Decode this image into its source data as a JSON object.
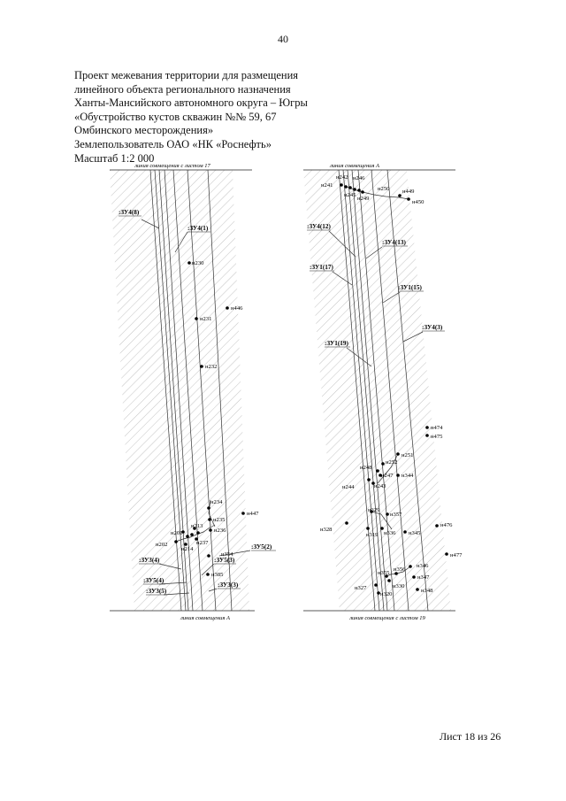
{
  "page_number": "40",
  "header_lines": [
    "Проект межевания территории для размещения",
    "линейного объекта регионального назначения",
    "Ханты-Мансийского автономного округа – Югры",
    "«Обустройство кустов скважин №№ 59, 67",
    "Омбинского месторождения»",
    "Землепользователь ОАО «НК «Роснефть»",
    "Масштаб 1:2 000"
  ],
  "sheet_counter": "Лист 18 из 26",
  "left_panel": {
    "top_caption": "линия совмещения с листом 17",
    "bottom_caption": "линия совмещения А",
    "parcels": [
      ":ЗУ4(8)",
      ":ЗУ4(1)",
      ":ЗУ5(2)",
      ":ЗУ3(4)",
      ":ЗУ5(3)",
      ":ЗУ5(4)",
      ":ЗУ3(5)",
      ":ЗУ3(3)"
    ],
    "points": [
      "н230",
      "н446",
      "н231",
      "н232",
      "н234",
      "н447",
      "н235",
      "н213",
      "н236",
      "н201",
      "н202",
      "н214",
      "н237",
      "н354",
      "н385"
    ]
  },
  "right_panel": {
    "top_caption": "линия совмещения А",
    "bottom_caption": "линия совмещения с листом 19",
    "parcels": [
      ":ЗУ4(12)",
      ":ЗУ4(13)",
      ":ЗУ1(17)",
      ":ЗУ1(15)",
      ":ЗУ4(3)",
      ":ЗУ1(19)"
    ],
    "points": [
      "н242",
      "н246",
      "н241",
      "н245",
      "н250",
      "н249",
      "н449",
      "н450",
      "н474",
      "н475",
      "н251",
      "н252",
      "н248",
      "н247",
      "н344",
      "н244",
      "н243",
      "н329",
      "н357",
      "н476",
      "н328",
      "н319",
      "н336",
      "н345",
      "н477",
      "н355",
      "н356",
      "н346",
      "н347",
      "н327",
      "н330",
      "н320",
      "н348"
    ]
  }
}
